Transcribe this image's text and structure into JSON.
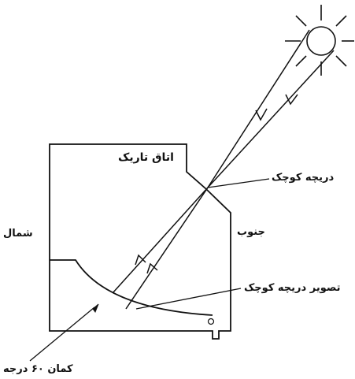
{
  "labels": {
    "dark_room": "اتاق تاریک",
    "small_window": "دریچه کوچک",
    "north": "شمال",
    "south": "جنوب",
    "window_image": "تصویر دریچه کوچک",
    "arc_60": "کمان ۶۰ درجه"
  },
  "icons": {
    "sun": "sun-icon"
  },
  "colors": {
    "stroke": "#111111",
    "background": "#ffffff"
  }
}
